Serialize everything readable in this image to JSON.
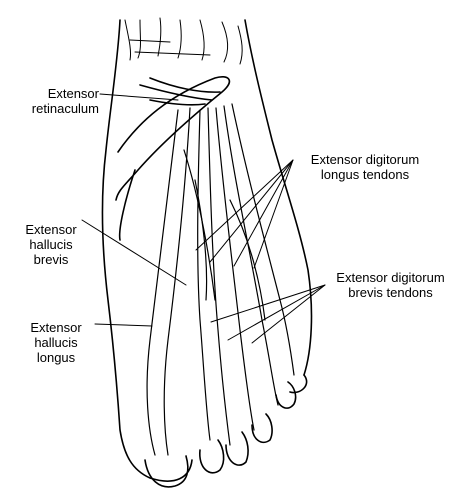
{
  "labels": {
    "extensor_retinaculum": [
      "Extensor",
      "retinaculum"
    ],
    "extensor_hallucis_brevis": [
      "Extensor",
      "hallucis",
      "brevis"
    ],
    "extensor_hallucis_longus": [
      "Extensor",
      "hallucis",
      "longus"
    ],
    "extensor_digitorum_longus_tendons": [
      "Extensor digitorum",
      "longus tendons"
    ],
    "extensor_digitorum_brevis_tendons": [
      "Extensor digitorum",
      "brevis tendons"
    ]
  }
}
